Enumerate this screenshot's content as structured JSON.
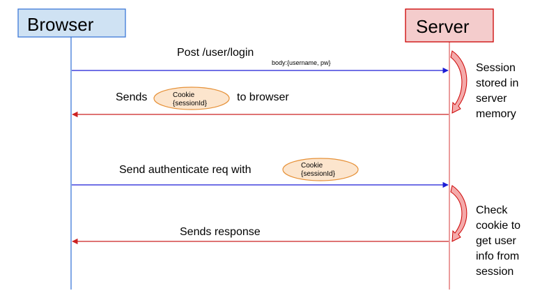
{
  "participants": {
    "browser": {
      "label": "Browser",
      "fill": "#cfe2f3",
      "stroke": "#3c78d8"
    },
    "server": {
      "label": "Server",
      "fill": "#f4cccc",
      "stroke": "#cc0000"
    }
  },
  "colors": {
    "request_arrow": "#1c1cd6",
    "response_arrow": "#cc2222",
    "lifeline_browser": "#3c78d8",
    "lifeline_server": "#e06666",
    "cookie_fill": "#fce5cd",
    "cookie_stroke": "#e69138",
    "curve_fill": "#f4aaaa",
    "curve_stroke": "#cc0000"
  },
  "messages": {
    "login": {
      "label": "Post /user/login",
      "body": "body:{username, pw}"
    },
    "cookie_response": {
      "label_before": "Sends",
      "label_after": "to browser",
      "cookie_line1": "Cookie",
      "cookie_line2": "{sessionId}"
    },
    "auth_request": {
      "label": "Send authenticate req with",
      "cookie_line1": "Cookie",
      "cookie_line2": "{sessionId}"
    },
    "final_response": {
      "label": "Sends response"
    }
  },
  "notes": {
    "session_stored": [
      "Session",
      "stored in",
      "server",
      "memory"
    ],
    "check_cookie": [
      "Check",
      "cookie to",
      "get user",
      "info from",
      "session"
    ]
  }
}
